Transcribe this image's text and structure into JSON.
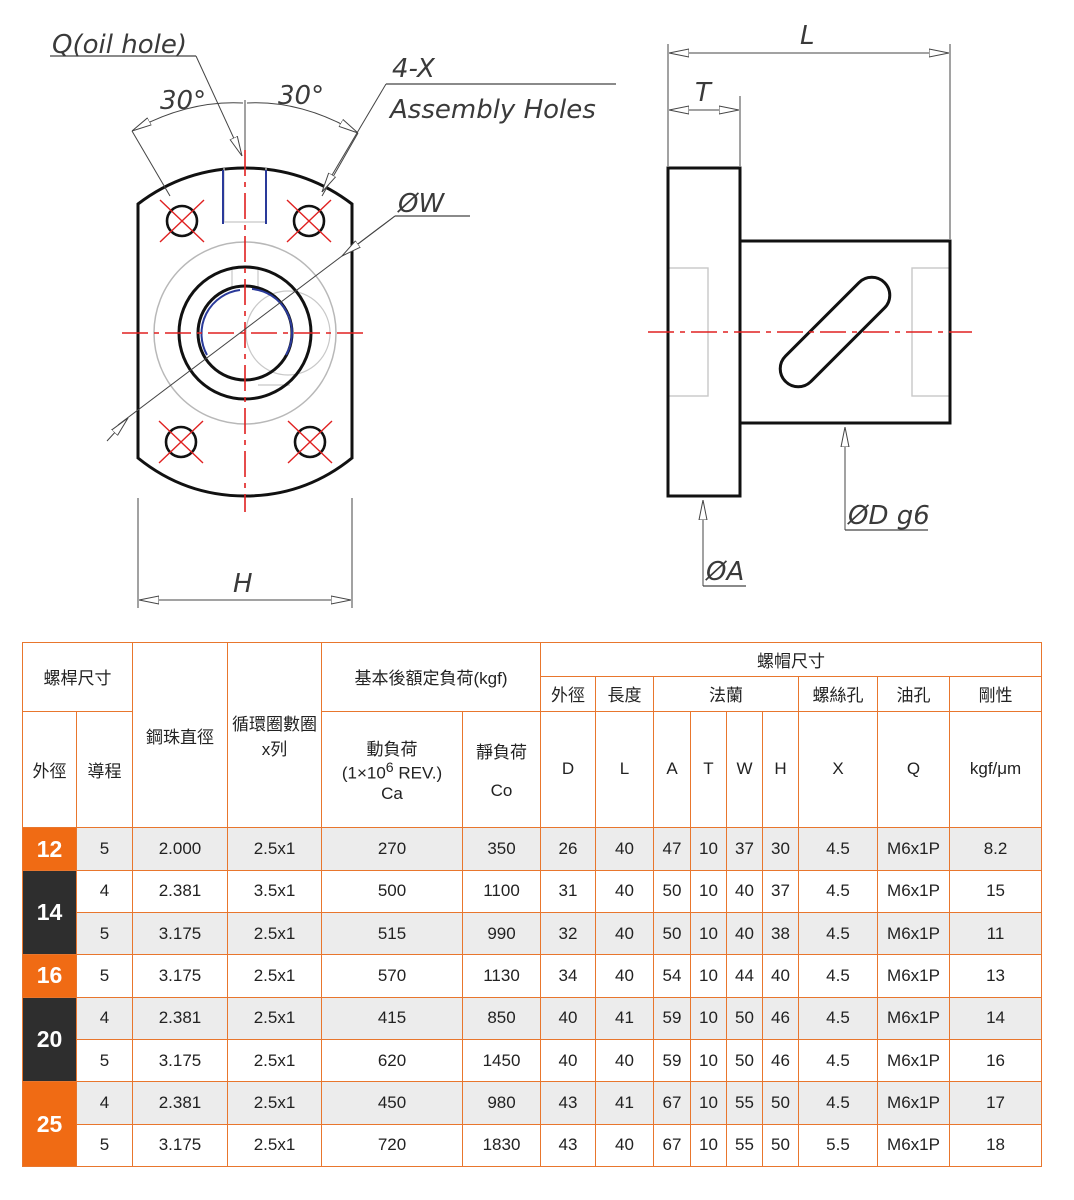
{
  "drawing": {
    "labels": {
      "oil_hole": "Q(oil hole)",
      "angle_left": "30°",
      "angle_right": "30°",
      "holes_count": "4-X",
      "holes_text": "Assembly Holes",
      "w": "ØW",
      "h": "H",
      "l": "L",
      "t": "T",
      "d": "ØD g6",
      "a": "ØA"
    },
    "colors": {
      "line": "#111111",
      "center": "#e02020",
      "dim": "#444444",
      "hidden": "#b8b8b8",
      "blue": "#2a3a9a"
    }
  },
  "table": {
    "colors": {
      "border": "#e8762d",
      "orange": "#f06b14",
      "dark": "#2e2e2e",
      "alt_row": "#ececec"
    },
    "headers": {
      "screw_size": "螺桿尺寸",
      "ball_dia": "鋼珠直徑",
      "circuits": "循環圈數圈x列",
      "load_rating": "基本後額定負荷(kgf)",
      "nut_dims": "螺帽尺寸",
      "outer_dia": "外徑",
      "length": "長度",
      "flange": "法蘭",
      "screw_hole": "螺絲孔",
      "oil_hole": "油孔",
      "rigidity": "剛性",
      "od": "外徑",
      "lead": "導程",
      "dynamic_1": "動負荷",
      "dynamic_2a": "(1×10",
      "dynamic_2sup": "6",
      "dynamic_2b": " REV.)",
      "dynamic_3": "Ca",
      "static_1": "靜負荷",
      "static_2": "Co",
      "D": "D",
      "L": "L",
      "A": "A",
      "T": "T",
      "W": "W",
      "H": "H",
      "X": "X",
      "Q": "Q",
      "unit": "kgf/μm"
    },
    "groups": [
      {
        "size": "12",
        "color": "orange",
        "rows": [
          {
            "lead": "5",
            "ball": "2.000",
            "circ": "2.5x1",
            "ca": "270",
            "co": "350",
            "D": "26",
            "L": "40",
            "A": "47",
            "T": "10",
            "W": "37",
            "H": "30",
            "X": "4.5",
            "Q": "M6x1P",
            "rig": "8.2"
          }
        ]
      },
      {
        "size": "14",
        "color": "dark",
        "rows": [
          {
            "lead": "4",
            "ball": "2.381",
            "circ": "3.5x1",
            "ca": "500",
            "co": "1100",
            "D": "31",
            "L": "40",
            "A": "50",
            "T": "10",
            "W": "40",
            "H": "37",
            "X": "4.5",
            "Q": "M6x1P",
            "rig": "15"
          },
          {
            "lead": "5",
            "ball": "3.175",
            "circ": "2.5x1",
            "ca": "515",
            "co": "990",
            "D": "32",
            "L": "40",
            "A": "50",
            "T": "10",
            "W": "40",
            "H": "38",
            "X": "4.5",
            "Q": "M6x1P",
            "rig": "11"
          }
        ]
      },
      {
        "size": "16",
        "color": "orange",
        "rows": [
          {
            "lead": "5",
            "ball": "3.175",
            "circ": "2.5x1",
            "ca": "570",
            "co": "1130",
            "D": "34",
            "L": "40",
            "A": "54",
            "T": "10",
            "W": "44",
            "H": "40",
            "X": "4.5",
            "Q": "M6x1P",
            "rig": "13"
          }
        ]
      },
      {
        "size": "20",
        "color": "dark",
        "rows": [
          {
            "lead": "4",
            "ball": "2.381",
            "circ": "2.5x1",
            "ca": "415",
            "co": "850",
            "D": "40",
            "L": "41",
            "A": "59",
            "T": "10",
            "W": "50",
            "H": "46",
            "X": "4.5",
            "Q": "M6x1P",
            "rig": "14"
          },
          {
            "lead": "5",
            "ball": "3.175",
            "circ": "2.5x1",
            "ca": "620",
            "co": "1450",
            "D": "40",
            "L": "40",
            "A": "59",
            "T": "10",
            "W": "50",
            "H": "46",
            "X": "4.5",
            "Q": "M6x1P",
            "rig": "16"
          }
        ]
      },
      {
        "size": "25",
        "color": "orange",
        "rows": [
          {
            "lead": "4",
            "ball": "2.381",
            "circ": "2.5x1",
            "ca": "450",
            "co": "980",
            "D": "43",
            "L": "41",
            "A": "67",
            "T": "10",
            "W": "55",
            "H": "50",
            "X": "4.5",
            "Q": "M6x1P",
            "rig": "17"
          },
          {
            "lead": "5",
            "ball": "3.175",
            "circ": "2.5x1",
            "ca": "720",
            "co": "1830",
            "D": "43",
            "L": "40",
            "A": "67",
            "T": "10",
            "W": "55",
            "H": "50",
            "X": "5.5",
            "Q": "M6x1P",
            "rig": "18"
          }
        ]
      }
    ]
  }
}
